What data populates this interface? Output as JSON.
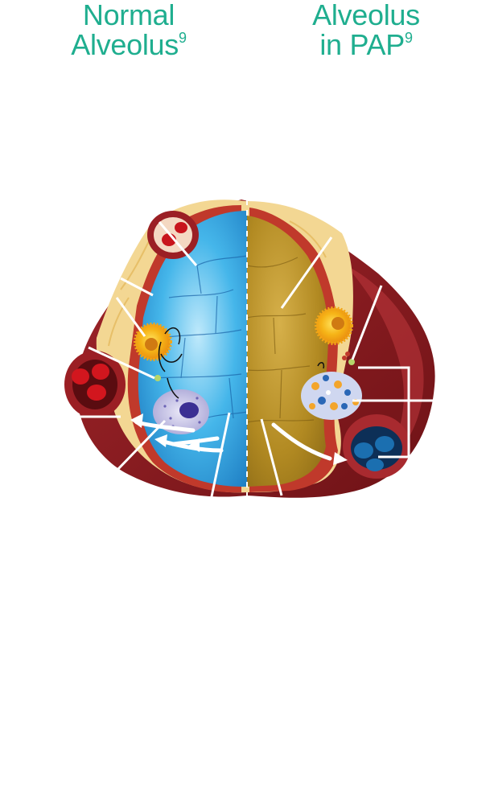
{
  "titles": {
    "normal": {
      "line1": "Normal",
      "line2": "Alveolus",
      "sup": "9"
    },
    "pap": {
      "line1": "Alveolus",
      "line2": "in PAP",
      "sup": "9"
    }
  },
  "colors": {
    "title_teal": "#1fae8f",
    "vessel_red": "#8e1a1f",
    "fat_yellow": "#f3d793",
    "normal_fluid": "#2e9fd8",
    "pap_fluid": "#b98a1f",
    "blood_cell_red": "#c8141c",
    "blood_cell_blue": "#1b6fb0"
  },
  "icons": [
    "type-ii-cell-icon",
    "macrophage-icon",
    "foamy-macrophage-icon",
    "red-blood-cell-icon",
    "blue-blood-cell-icon"
  ]
}
